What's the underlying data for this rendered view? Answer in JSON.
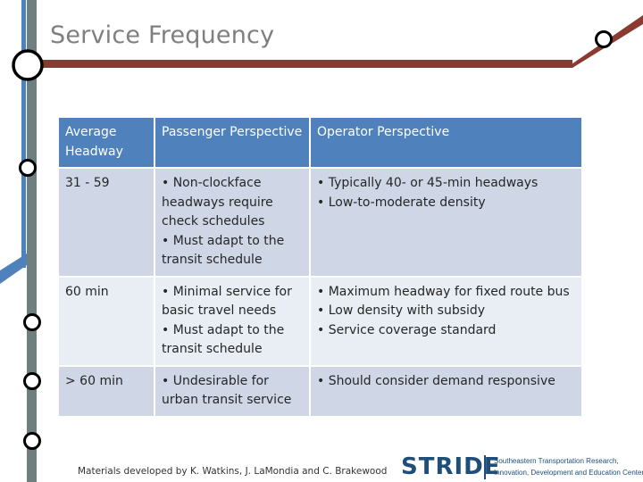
{
  "slide": {
    "title": "Service Frequency",
    "footer": "Materials developed by K. Watkins, J. LaMondia and C. Brakewood"
  },
  "table": {
    "headers": [
      "Average Headway",
      "Passenger Perspective",
      "Operator Perspective"
    ],
    "rows": [
      {
        "headway": "31 - 59",
        "passenger": [
          "• Non-clockface headways require check schedules",
          "• Must adapt to the transit schedule"
        ],
        "operator": [
          "• Typically 40- or 45-min headways",
          "• Low-to-moderate density"
        ]
      },
      {
        "headway": "60 min",
        "passenger": [
          "• Minimal service  for basic travel needs",
          "• Must adapt to the transit schedule"
        ],
        "operator": [
          "• Maximum headway for fixed route bus",
          "• Low density with subsidy",
          "• Service coverage standard"
        ]
      },
      {
        "headway": "> 60 min",
        "passenger": [
          "• Undesirable for urban transit service"
        ],
        "operator": [
          "• Should consider demand responsive"
        ]
      }
    ]
  },
  "logo": {
    "word": "STRIDE",
    "tagline_1": "Southeastern Transportation Research,",
    "tagline_2": "Innovation, Development and Education Center"
  },
  "colors": {
    "header_blue": "#4f81bd",
    "row_dark": "#cfd7e7",
    "row_light": "#e9edf4",
    "rail_gray": "#6e7f80",
    "rail_red": "#8b3a32",
    "rail_blue": "#4f81bd"
  }
}
